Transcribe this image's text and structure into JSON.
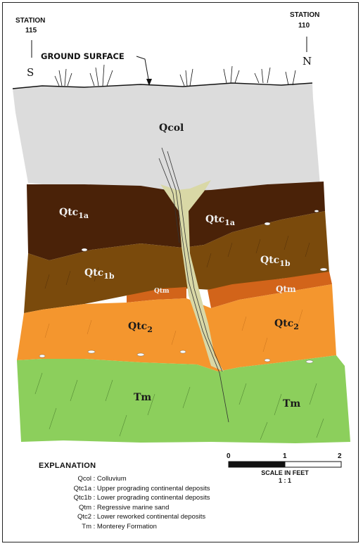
{
  "header": {
    "station_left_label": "STATION",
    "station_left_number": "115",
    "station_right_label": "STATION",
    "station_right_number": "110",
    "ground_surface": "GROUND SURFACE",
    "south": "S",
    "north": "N"
  },
  "units": {
    "qcol": {
      "base": "Qcol",
      "sub": ""
    },
    "qtc1a_left": {
      "base": "Qtc",
      "sub": "1a"
    },
    "qtc1a_right": {
      "base": "Qtc",
      "sub": "1a"
    },
    "qtc1b_left": {
      "base": "Qtc",
      "sub": "1b"
    },
    "qtc1b_right": {
      "base": "Qtc",
      "sub": "1b"
    },
    "qtm_left": "Qtm",
    "qtm_right": "Qtm",
    "qtc2_left": {
      "base": "Qtc",
      "sub": "2"
    },
    "qtc2_right": {
      "base": "Qtc",
      "sub": "2"
    },
    "tm_left": "Tm",
    "tm_right": "Tm"
  },
  "explanation": {
    "title": "EXPLANATION",
    "items": [
      {
        "symbol": "Qcol",
        "description": ": Colluvium"
      },
      {
        "symbol": "Qtc1a",
        "description": ": Upper prograding continental deposits"
      },
      {
        "symbol": "Qtc1b",
        "description": ": Lower prograding continental deposits"
      },
      {
        "symbol": "Qtm",
        "description": ": Regressive marine sand"
      },
      {
        "symbol": "Qtc2",
        "description": ": Lower reworked continental deposits"
      },
      {
        "symbol": "Tm",
        "description": ": Monterey Formation"
      }
    ]
  },
  "scale": {
    "ticks": [
      "0",
      "1",
      "2"
    ],
    "caption": "SCALE IN FEET",
    "ratio": "1 : 1"
  },
  "colors": {
    "colluvium": "#dcdcdc",
    "upper_prograding": "#4a2208",
    "lower_prograding": "#7a4a0c",
    "marine_sand": "#d2641a",
    "reworked": "#f4962e",
    "monterey": "#8ccf5c",
    "fault_zone": "#d9d8a6"
  }
}
